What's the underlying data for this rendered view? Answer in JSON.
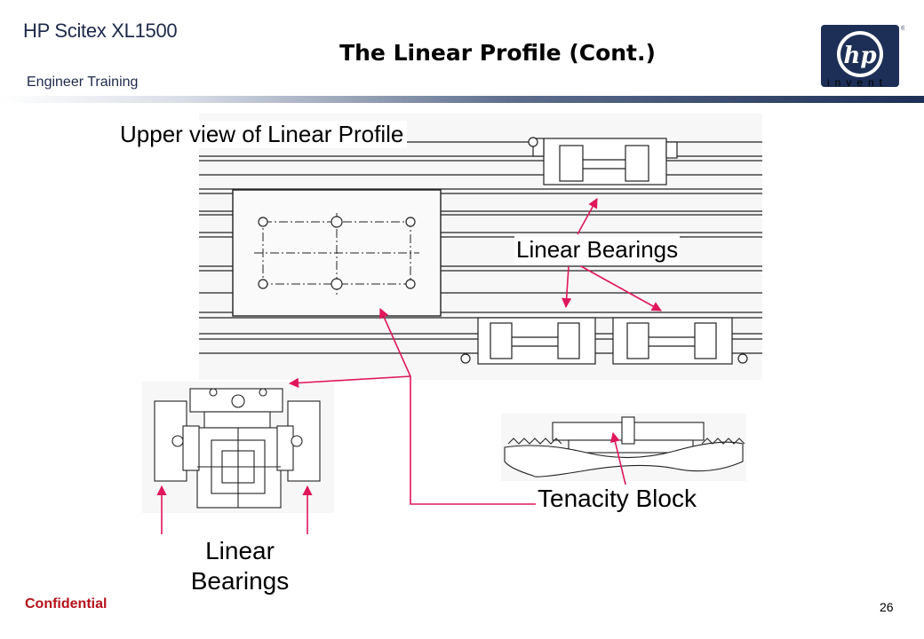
{
  "header": {
    "brand": "HP Scitex XL1500",
    "subbrand": "Engineer  Training",
    "title": "The Linear Profile (Cont.)",
    "logo_text": "invent",
    "logo_mark": "hp"
  },
  "labels": {
    "upper_view": "Upper view of Linear Profile",
    "linear_bearings_top": "Linear Bearings",
    "tenacity_block": "Tenacity Block",
    "linear_bearings_bottom": "Linear Bearings"
  },
  "footer": {
    "confidential": "Confidential",
    "page_number": "26"
  },
  "colors": {
    "arrow": "#e0175a",
    "confidential": "#b5121b",
    "brand_navy": "#1d2f56"
  }
}
